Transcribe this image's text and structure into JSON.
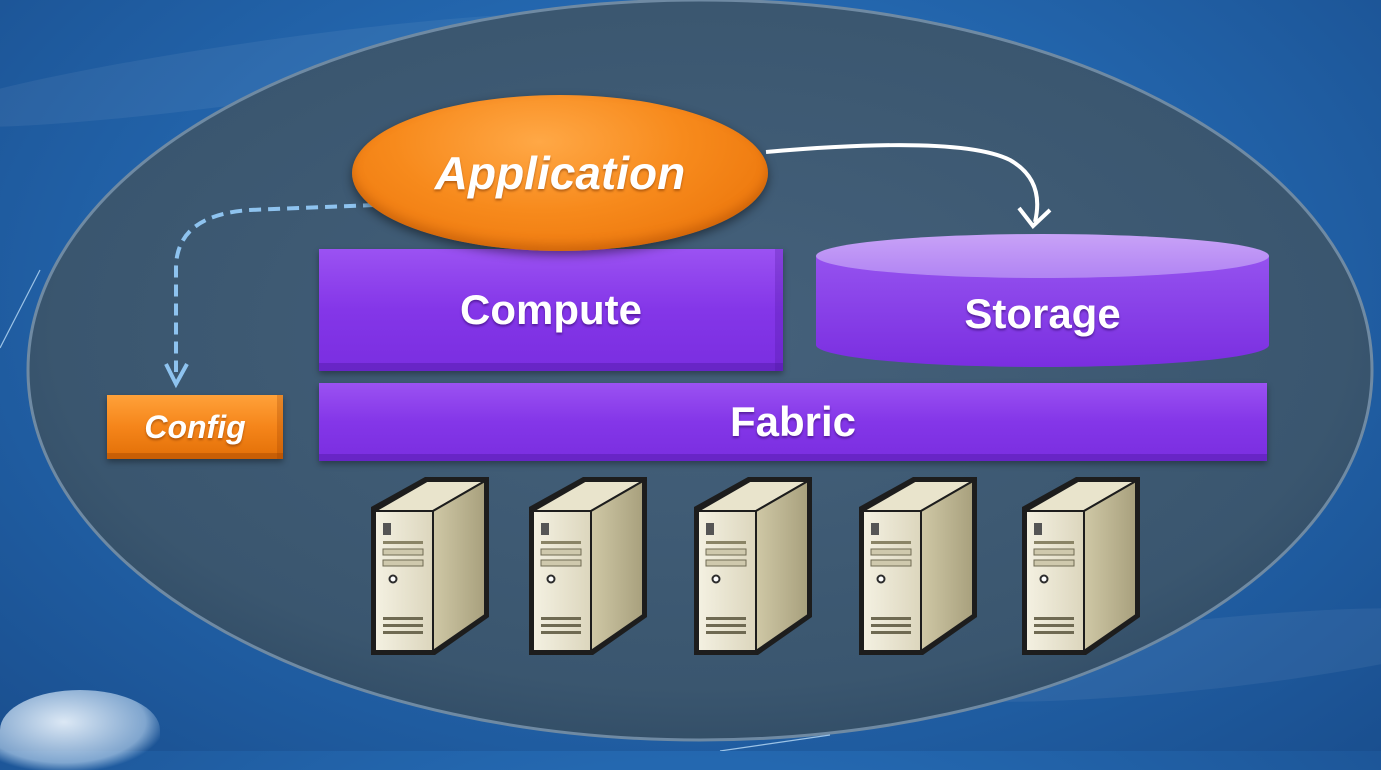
{
  "diagram": {
    "application_label": "Application",
    "compute_label": "Compute",
    "storage_label": "Storage",
    "fabric_label": "Fabric",
    "config_label": "Config",
    "server_count": 5,
    "colors": {
      "application": "#f78a1c",
      "compute": "#8436e8",
      "storage": "#9b5cf0",
      "fabric": "#8436e8",
      "config": "#f5851a",
      "ellipse": "#3d5a74",
      "config_arrow": "#8ec3ef",
      "storage_arrow": "#ffffff"
    },
    "icons": [
      "server-icon",
      "server-icon",
      "server-icon",
      "server-icon",
      "server-icon"
    ]
  }
}
